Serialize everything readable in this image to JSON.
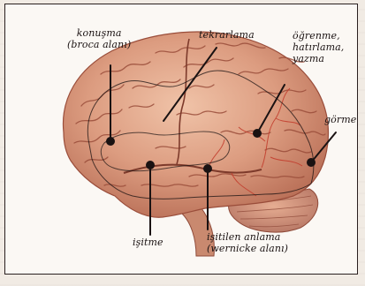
{
  "labels": {
    "konusma": [
      "konuşma",
      "(broca alanı)"
    ],
    "tekrarlama": [
      "tekrarlama"
    ],
    "ogrenme": [
      "öğrenme,",
      "hatırlama,",
      "yazma"
    ],
    "gorme": [
      "görme"
    ],
    "isitme": [
      "işitme"
    ],
    "isitilen": [
      "işitilen anlama",
      "(wernicke alanı)"
    ]
  },
  "colors": {
    "brain_base": "#d9967b",
    "brain_highlight": "#efc0a6",
    "sulcus": "#9a4d3a",
    "vessel": "#c23a2a",
    "pointer": "#1a1212",
    "frame": "#2a2020"
  }
}
